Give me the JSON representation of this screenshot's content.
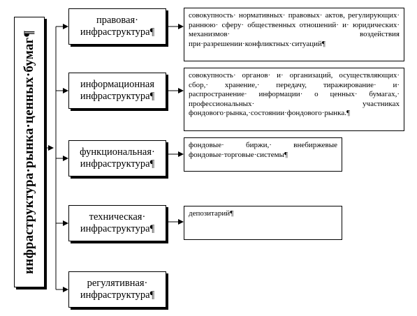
{
  "main": {
    "label": "инфраструктура·рынка·ценных·бумаг¶"
  },
  "categories": [
    {
      "line1": "правовая·",
      "line2": "инфраструктура¶"
    },
    {
      "line1": "информационная",
      "line2": "инфраструктура¶"
    },
    {
      "line1": "функциональная·",
      "line2": "инфраструктура¶"
    },
    {
      "line1": "техническая·",
      "line2": "инфраструктура¶"
    },
    {
      "line1": "регулятивная·",
      "line2": "инфраструктура¶"
    }
  ],
  "descriptions": [
    {
      "text": "совокупность· нормативных· правовых· актов, регулирующих· раннюю· сферу· общественных отношений· и· юридических· механизмов· воздействия при·разрешении·конфликтных·ситуаций¶"
    },
    {
      "text": "совокупность· органов· и· организаций, осуществляющих· сбор,· хранение,· передачу, тиражирование· и· распространение· информации· о ценных· бумагах,· профессиональных· участниках фондового·рынка,·состоянии·фондового·рынка.¶"
    },
    {
      "text": "фондовые· биржи,· внебиржевые фондовые·торговые·системы¶"
    },
    {
      "text": "депозитарий¶"
    }
  ]
}
